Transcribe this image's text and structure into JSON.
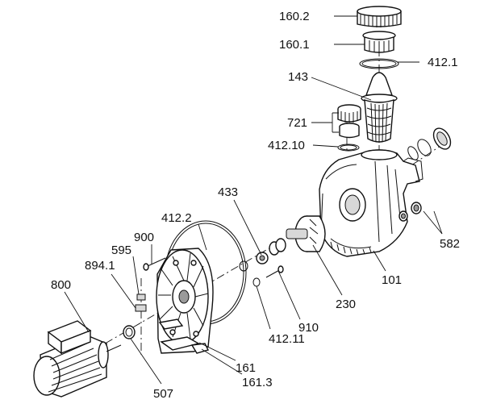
{
  "labels": {
    "l160_2": "160.2",
    "l160_1": "160.1",
    "l412_1": "412.1",
    "l143": "143",
    "l721": "721",
    "l412_10": "412.10",
    "l433": "433",
    "l412_2": "412.2",
    "l900": "900",
    "l595": "595",
    "l894_1": "894.1",
    "l800": "800",
    "l582": "582",
    "l101": "101",
    "l230": "230",
    "l910": "910",
    "l412_11": "412.11",
    "l161": "161",
    "l161_3": "161.3",
    "l507": "507"
  }
}
